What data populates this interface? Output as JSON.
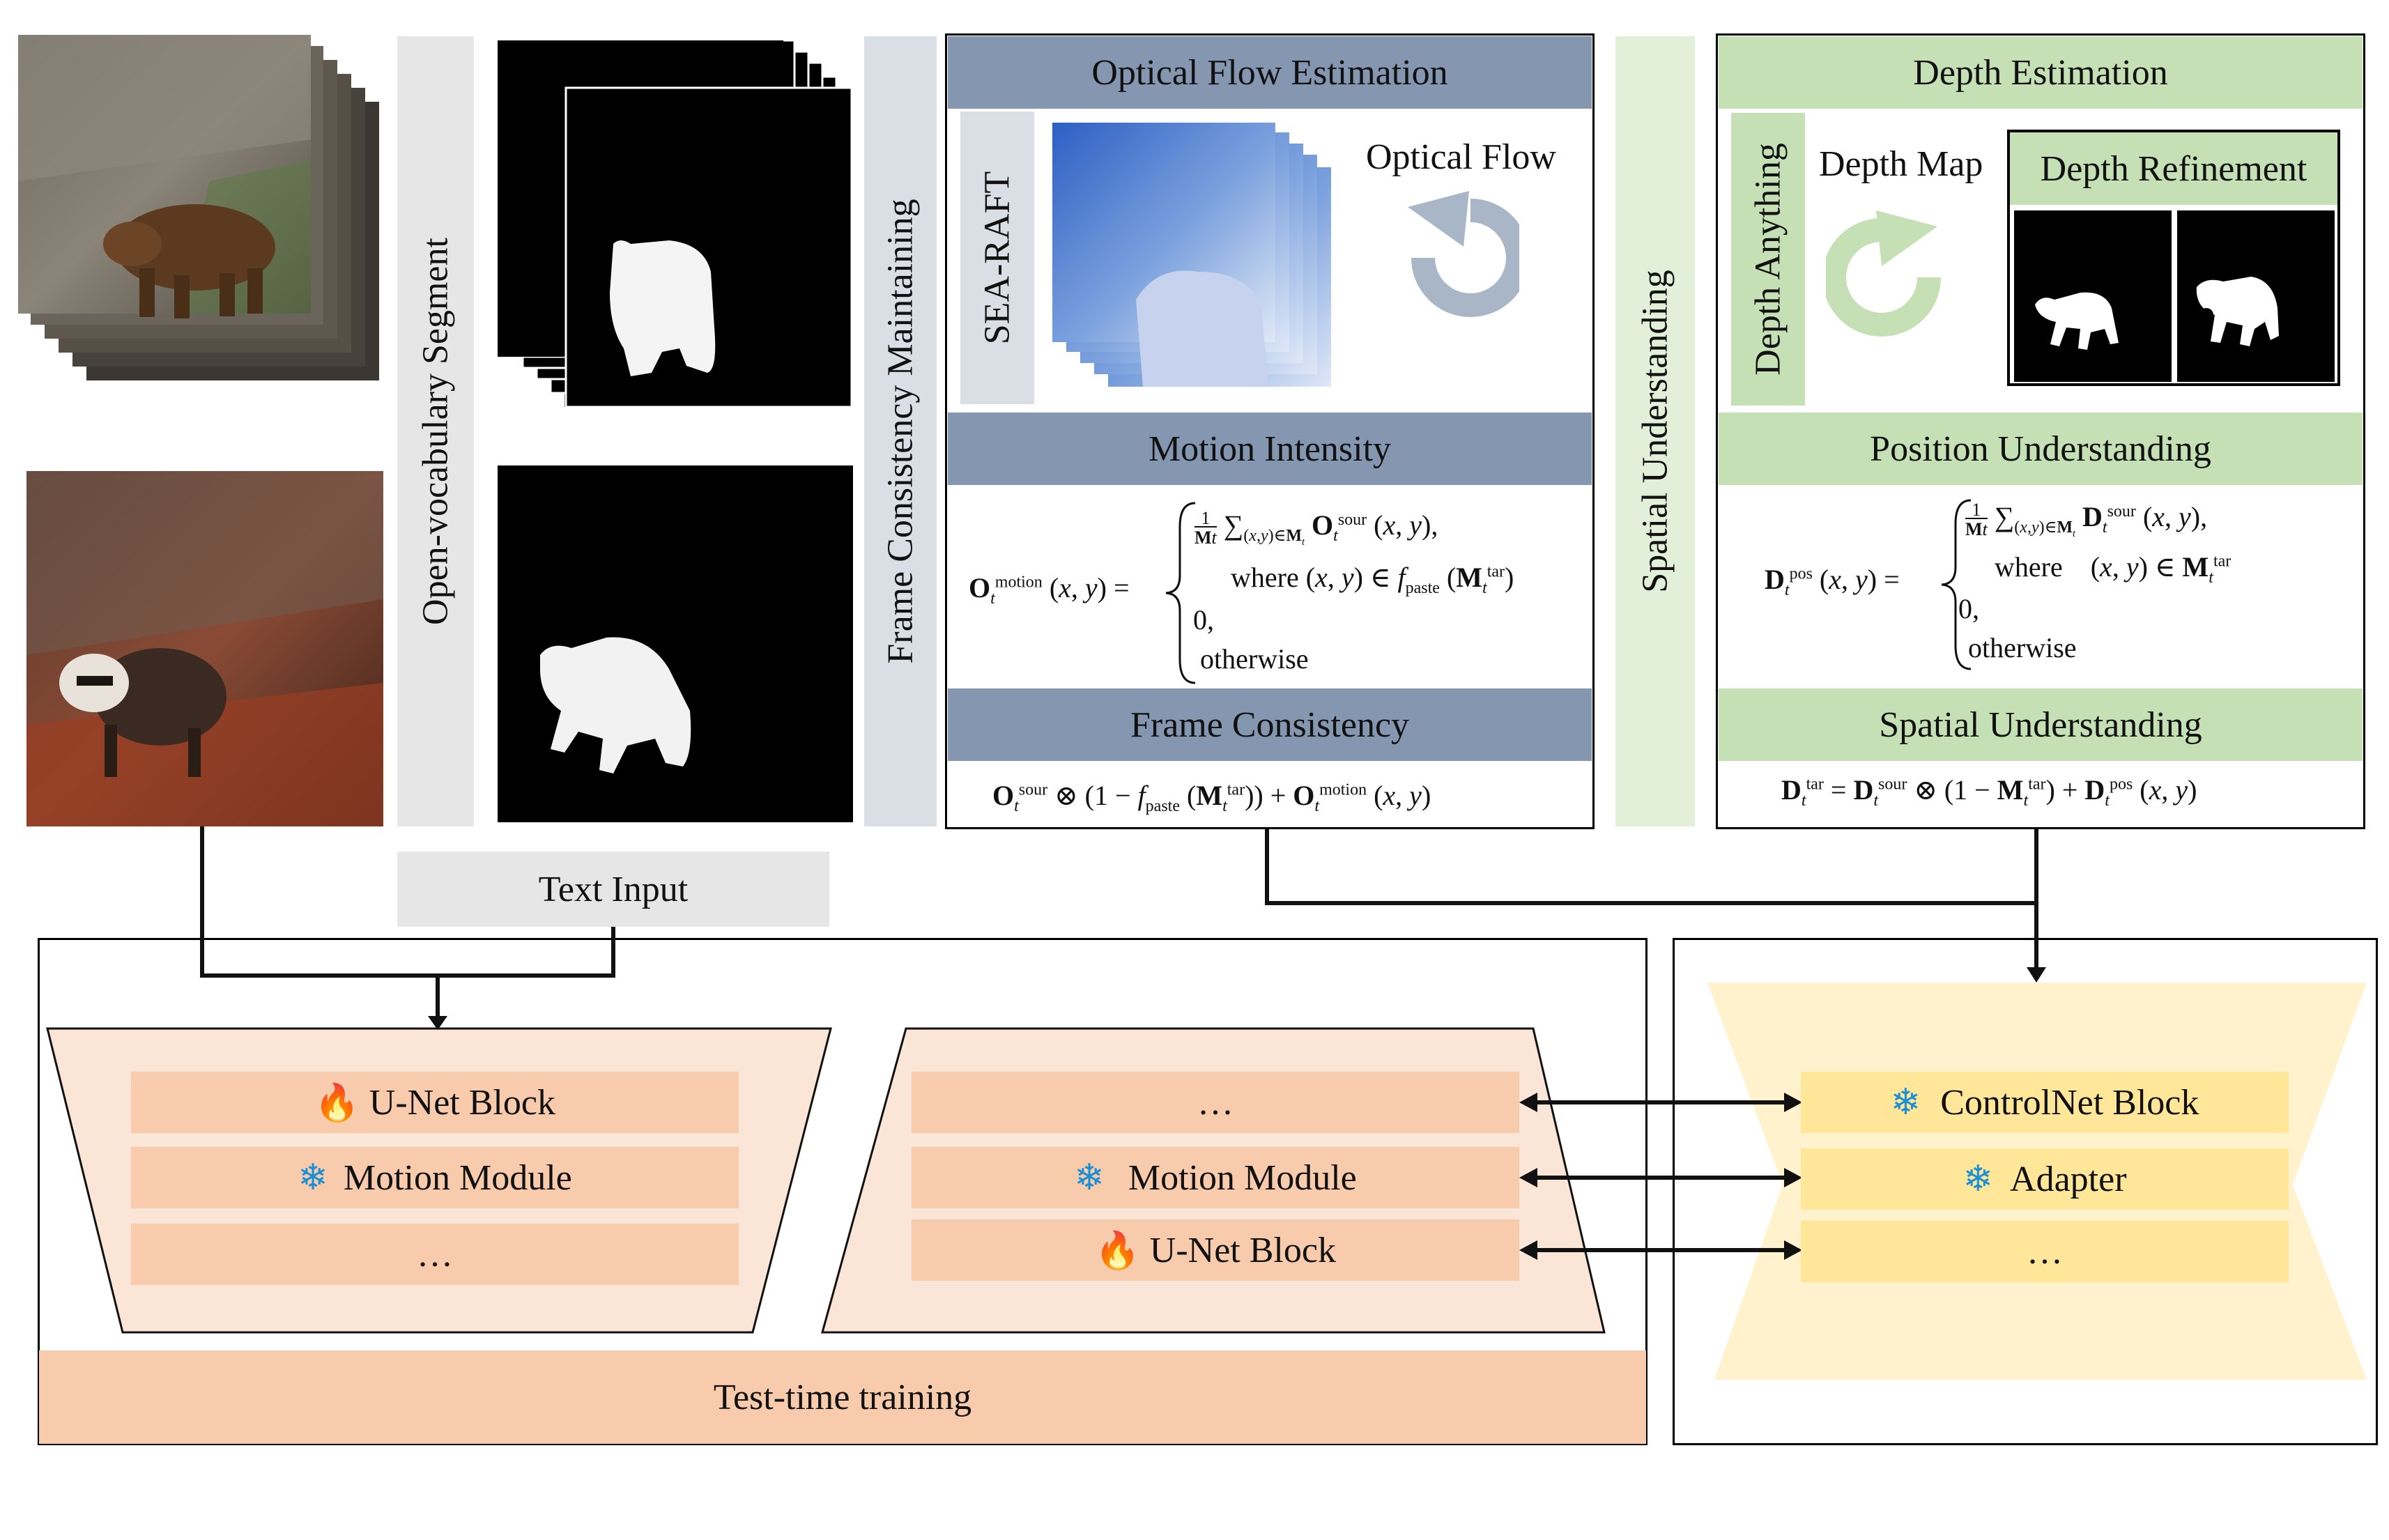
{
  "labels": {
    "open_vocab": "Open-vocabulary Segment",
    "text_input": "Text Input",
    "frame_consistency_maintaining": "Frame Consistency Maintaining",
    "spatial_understanding_side": "Spatial Understanding",
    "optical_flow_estimation": "Optical Flow Estimation",
    "sea_raft": "SEA-RAFT",
    "optical_flow": "Optical Flow",
    "motion_intensity": "Motion Intensity",
    "frame_consistency": "Frame Consistency",
    "depth_estimation": "Depth Estimation",
    "depth_anything": "Depth Anything",
    "depth_map": "Depth Map",
    "depth_refinement": "Depth Refinement",
    "position_understanding": "Position Understanding",
    "spatial_understanding": "Spatial Understanding",
    "test_time_training": "Test-time training"
  },
  "equations": {
    "motion_lhs": "O_t^motion (x, y) =",
    "motion_case1": "1/M_t Σ_(x,y)∈M_t O_t^sour (x, y),",
    "motion_where": "where (x, y) ∈ f_paste (M_t^tar)",
    "motion_zero": "0,",
    "motion_otherwise": "otherwise",
    "frame_consistency": "O_t^sour ⊗ (1 − f_paste (M_t^tar)) + O_t^motion (x, y)",
    "pos_lhs": "D_t^pos (x, y) =",
    "pos_case1": "1/M_t Σ_(x,y)∈M_t D_t^sour (x, y),",
    "pos_where": "where (x, y) ∈ M_t^tar",
    "pos_zero": "0,",
    "pos_otherwise": "otherwise",
    "spatial": "D_t^tar = D_t^sour ⊗ (1 − M_t^tar) + D_t^pos (x, y)"
  },
  "left_unet": [
    {
      "icon": "fire-icon",
      "label": "U-Net Block"
    },
    {
      "icon": "snowflake-icon",
      "label": "Motion Module"
    },
    {
      "icon": "",
      "label": "…"
    }
  ],
  "right_unet": [
    {
      "icon": "",
      "label": "…"
    },
    {
      "icon": "snowflake-icon",
      "label": "Motion Module"
    },
    {
      "icon": "fire-icon",
      "label": "U-Net Block"
    }
  ],
  "controlnet": [
    {
      "icon": "snowflake-icon",
      "label": "ControlNet Block"
    },
    {
      "icon": "snowflake-icon",
      "label": "Adapter"
    },
    {
      "icon": "",
      "label": "…"
    }
  ],
  "colors": {
    "blue_header": "#8496b0",
    "gray_side": "#dadfe6",
    "green_header": "#c5e0b4",
    "green_side": "#e2efd9",
    "orange_panel": "#fbe5d6",
    "orange_block": "#f8cbad",
    "yellow_panel": "#fff2cc",
    "yellow_block": "#ffe699",
    "light_gray": "#e7e6e6"
  }
}
